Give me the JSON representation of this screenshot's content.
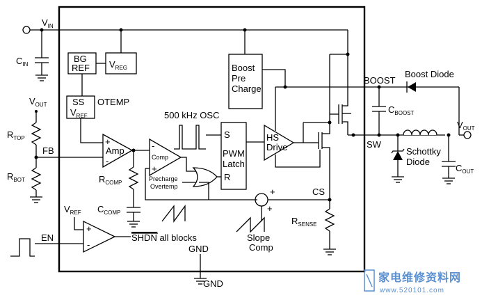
{
  "colors": {
    "watermark": "#5a8fd0",
    "ink": "#000000"
  },
  "pins": {
    "vin": "V",
    "vin_sub": "IN",
    "fb": "FB",
    "en": "EN",
    "gnd_inner": "GND",
    "gnd_outer": "GND",
    "boost": "BOOST",
    "sw": "SW",
    "cs": "CS",
    "vout": "V",
    "vout_sub": "OUT"
  },
  "components": {
    "cin": "C",
    "cin_sub": "IN",
    "vout_fb": "V",
    "vout_fb_sub": "OUT",
    "rtop": "R",
    "rtop_sub": "TOP",
    "rbot": "R",
    "rbot_sub": "BOT",
    "rcomp": "R",
    "rcomp_sub": "COMP",
    "ccomp": "C",
    "ccomp_sub": "COMP",
    "vref_en": "V",
    "vref_en_sub": "REF",
    "rsense": "R",
    "rsense_sub": "SENSE",
    "cboost": "C",
    "cboost_sub": "BOOST",
    "boost_diode": "Boost Diode",
    "schottky_1": "Schottky",
    "schottky_2": "Diode",
    "cout": "C",
    "cout_sub": "OUT"
  },
  "blocks": {
    "bg_1": "BG",
    "bg_2": "REF",
    "vreg": "V",
    "vreg_sub": "REG",
    "ss_1": "SS",
    "ss_2": "V",
    "ss_2_sub": "REF",
    "otemp": "OTEMP",
    "amp": "Amp",
    "comp": "Comp",
    "precharge": "Precharge",
    "overtemp": "Overtemp",
    "osc": "500 kHz OSC",
    "latch_s": "S",
    "latch_1": "PWM",
    "latch_2": "Latch",
    "latch_r": "R",
    "hs_1": "HS",
    "hs_2": "Drive",
    "boost_pc_1": "Boost",
    "boost_pc_2": "Pre",
    "boost_pc_3": "Charge",
    "slope_1": "Slope",
    "slope_2": "Comp",
    "shdn": "SHDN",
    "shdn_rest": " all blocks",
    "plus": "+",
    "minus": "-"
  },
  "watermark": {
    "main": "家电维修资料网",
    "url": "www.520101.com"
  }
}
